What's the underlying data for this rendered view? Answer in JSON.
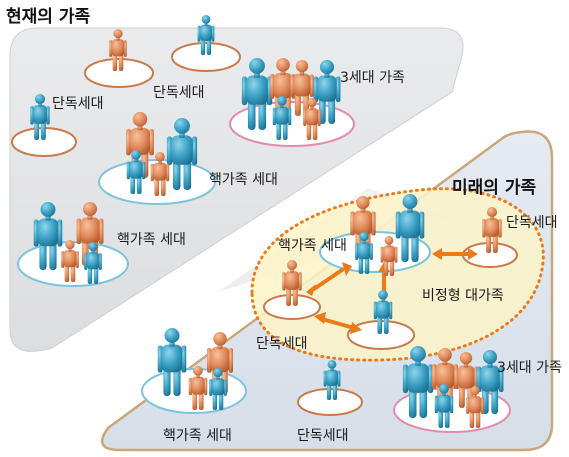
{
  "present": {
    "title": "현재의 가족",
    "labels": {
      "single_top": "단독세대",
      "single_left": "단독세대",
      "three_gen": "3세대 가족",
      "nuclear_center": "핵가족 세대",
      "nuclear_left": "핵가족 세대"
    }
  },
  "future": {
    "title": "미래의 가족",
    "labels": {
      "nuclear_top": "핵가족 세대",
      "single_right": "단독세대",
      "informal": "비정형 대가족",
      "single_left": "단독세대",
      "nuclear_bottom": "핵가족 세대",
      "single_bottom": "단독세대",
      "three_gen": "3세대 가족"
    }
  },
  "colors": {
    "present_panel": "#e6e7e8",
    "future_panel": "#dfe6ef",
    "future_border": "#c9a877",
    "teal_figure": "#3aa0c4",
    "orange_figure": "#e08a5a",
    "ring_single": "#c87a4a",
    "ring_nuclear": "#7cc4de",
    "ring_three_gen": "#e48ab0",
    "informal_dots": "#ee7a16",
    "informal_fill": "#fdf3c8",
    "arrow": "#ee7a16"
  }
}
